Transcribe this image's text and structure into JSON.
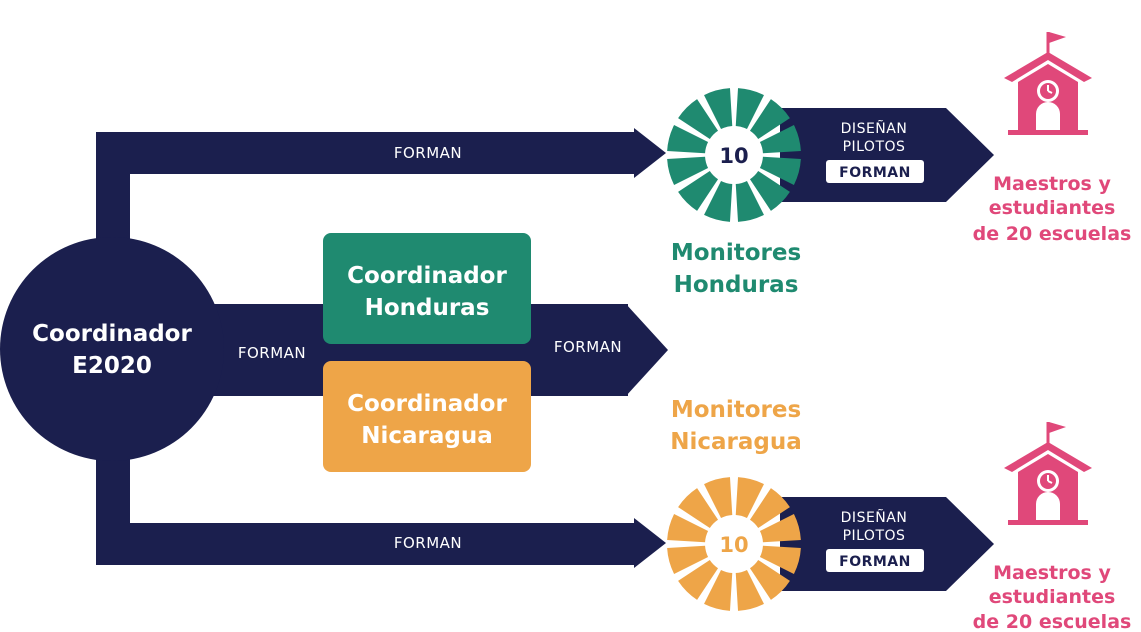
{
  "colors": {
    "navy": "#1b1f4e",
    "green": "#1f8a70",
    "orange": "#eea548",
    "pink": "#e0487a",
    "white": "#ffffff"
  },
  "source": {
    "line1": "Coordinador",
    "line2": "E2020"
  },
  "flows": {
    "top": "FORMAN",
    "middle_left": "FORMAN",
    "middle_right": "FORMAN",
    "bottom": "FORMAN"
  },
  "coordinators": {
    "honduras": {
      "line1": "Coordinador",
      "line2": "Honduras"
    },
    "nicaragua": {
      "line1": "Coordinador",
      "line2": "Nicaragua"
    }
  },
  "monitors": {
    "honduras": {
      "count": "10",
      "line1": "Monitores",
      "line2": "Honduras",
      "segments": 12
    },
    "nicaragua": {
      "count": "10",
      "line1": "Monitores",
      "line2": "Nicaragua",
      "segments": 12
    }
  },
  "actions": {
    "top": {
      "line1": "DISEÑAN",
      "line2": "PILOTOS",
      "tag": "FORMAN"
    },
    "bottom": {
      "line1": "DISEÑAN",
      "line2": "PILOTOS",
      "tag": "FORMAN"
    }
  },
  "destinations": {
    "top": {
      "line1": "Maestros y",
      "line2": "estudiantes",
      "line3": "de 20 escuelas",
      "icon": "school-icon"
    },
    "bottom": {
      "line1": "Maestros y",
      "line2": "estudiantes",
      "line3": "de 20 escuelas",
      "icon": "school-icon"
    }
  }
}
